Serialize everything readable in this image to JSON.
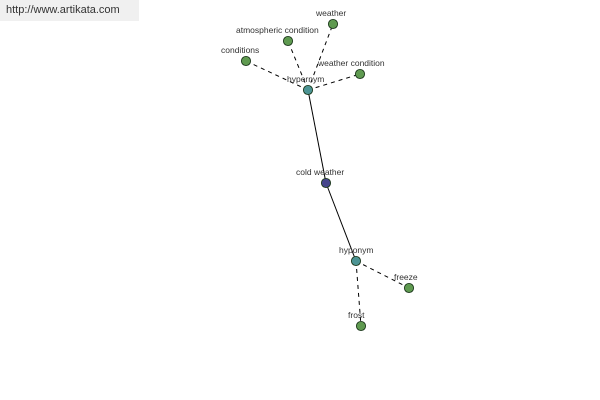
{
  "banner": {
    "url_text": "http://www.artikata.com"
  },
  "colors": {
    "leaf_node": "#5f9a50",
    "relation_node": "#4c9494",
    "center_node": "#45458c",
    "edge": "#000000",
    "node_stroke": "#1e3a1e"
  },
  "graph": {
    "nodes": [
      {
        "id": "cold",
        "label": "cold weather",
        "kind": "center"
      },
      {
        "id": "hyper",
        "label": "hypernym",
        "kind": "relation"
      },
      {
        "id": "hypo",
        "label": "hyponym",
        "kind": "relation"
      },
      {
        "id": "weather",
        "label": "weather",
        "kind": "leaf"
      },
      {
        "id": "atmos",
        "label": "atmospheric condition",
        "kind": "leaf"
      },
      {
        "id": "conditions",
        "label": "conditions",
        "kind": "leaf"
      },
      {
        "id": "wcond",
        "label": "weather condition",
        "kind": "leaf"
      },
      {
        "id": "freeze",
        "label": "freeze",
        "kind": "leaf"
      },
      {
        "id": "frost",
        "label": "frost",
        "kind": "leaf"
      }
    ],
    "edges": [
      {
        "from": "cold",
        "to": "hyper",
        "style": "solid"
      },
      {
        "from": "cold",
        "to": "hypo",
        "style": "solid"
      },
      {
        "from": "hyper",
        "to": "weather",
        "style": "dashed"
      },
      {
        "from": "hyper",
        "to": "atmos",
        "style": "dashed"
      },
      {
        "from": "hyper",
        "to": "conditions",
        "style": "dashed"
      },
      {
        "from": "hyper",
        "to": "wcond",
        "style": "dashed"
      },
      {
        "from": "hypo",
        "to": "freeze",
        "style": "dashed"
      },
      {
        "from": "hypo",
        "to": "frost",
        "style": "dashed"
      }
    ]
  }
}
